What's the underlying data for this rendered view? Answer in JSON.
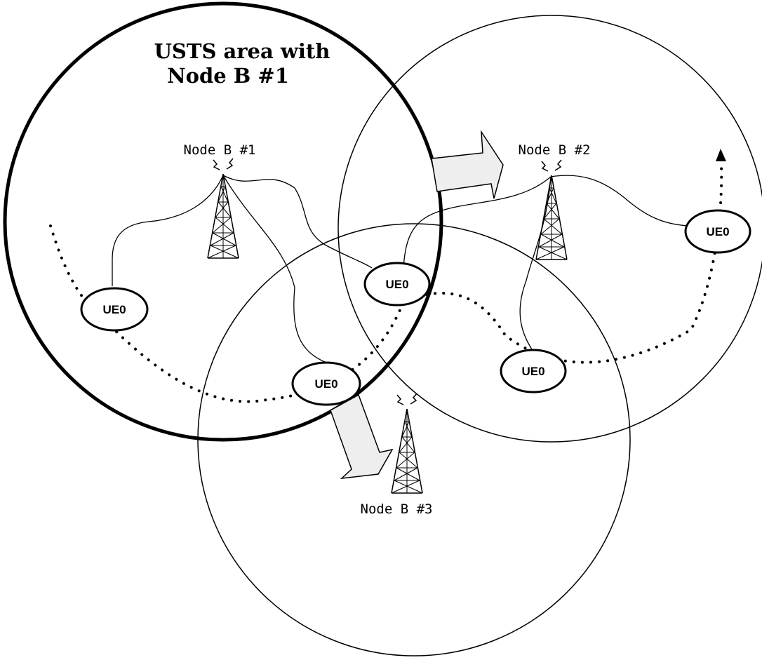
{
  "title": {
    "line1": "USTS area with",
    "line2": "Node B #1"
  },
  "nodes": [
    {
      "id": "node-b-1",
      "label": "Node B #1"
    },
    {
      "id": "node-b-2",
      "label": "Node B #2"
    },
    {
      "id": "node-b-3",
      "label": "Node B #3"
    }
  ],
  "ue_units": [
    {
      "label": "UE0"
    },
    {
      "label": "UE0"
    },
    {
      "label": "UE0"
    },
    {
      "label": "UE0"
    },
    {
      "label": "UE0"
    }
  ],
  "icons": {
    "tower": "antenna-tower-icon",
    "handover_arrow": "block-arrow-icon",
    "path_end": "arrowhead-icon"
  },
  "colors": {
    "line": "#000000",
    "arrow_fill": "#eeeeee",
    "background": "#ffffff"
  }
}
